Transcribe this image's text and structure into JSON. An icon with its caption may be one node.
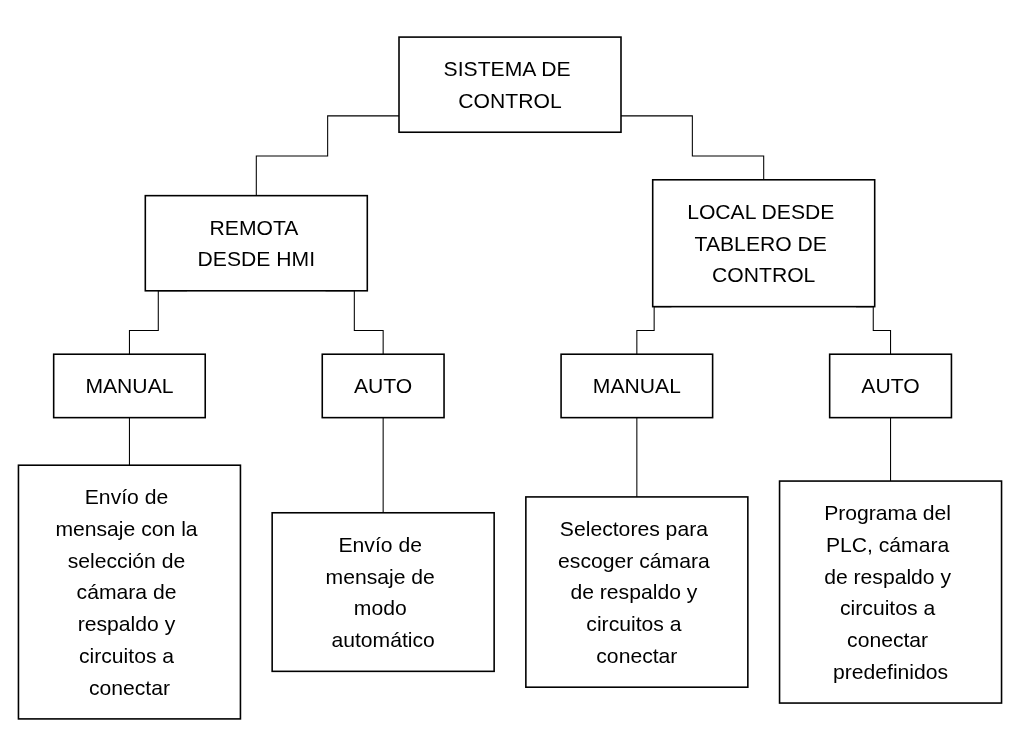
{
  "diagram": {
    "nodes": [
      {
        "text": [
          "SISTEMA DE CONTROL"
        ]
      },
      {
        "text": [
          "REMOTA DESDE HMI"
        ]
      },
      {
        "text": [
          "LOCAL DESDE TABLERO DE CONTROL"
        ]
      },
      {
        "text": [
          "MANUAL"
        ]
      },
      {
        "text": [
          "AUTO"
        ]
      },
      {
        "text": [
          "MANUAL"
        ]
      },
      {
        "text": [
          "AUTO"
        ]
      },
      {
        "text": [
          "Envío de mensaje con la selección de cámara de respaldo y circuitos a conectar"
        ]
      },
      {
        "text": [
          "Envío de mensaje de modo automático"
        ]
      },
      {
        "text": [
          "Selectores para escoger cámara de respaldo y circuitos a conectar"
        ]
      },
      {
        "text": [
          "Programa del PLC, cámara de respaldo y circuitos a conectar predefinidos"
        ]
      }
    ],
    "edges": [
      {
        "from": 0,
        "to": 1,
        "arrow": "none"
      },
      {
        "from": 0,
        "to": 2,
        "arrow": "none"
      },
      {
        "from": 1,
        "to": 3,
        "arrow": "none"
      },
      {
        "from": 1,
        "to": 4,
        "arrow": "none"
      },
      {
        "from": 2,
        "to": 5,
        "arrow": "none"
      },
      {
        "from": 2,
        "to": 6,
        "arrow": "none"
      },
      {
        "from": 3,
        "to": 7,
        "arrow": "none"
      },
      {
        "from": 4,
        "to": 8,
        "arrow": "none"
      },
      {
        "from": 5,
        "to": 9,
        "arrow": "none"
      },
      {
        "from": 6,
        "to": 10,
        "arrow": "none"
      }
    ]
  }
}
